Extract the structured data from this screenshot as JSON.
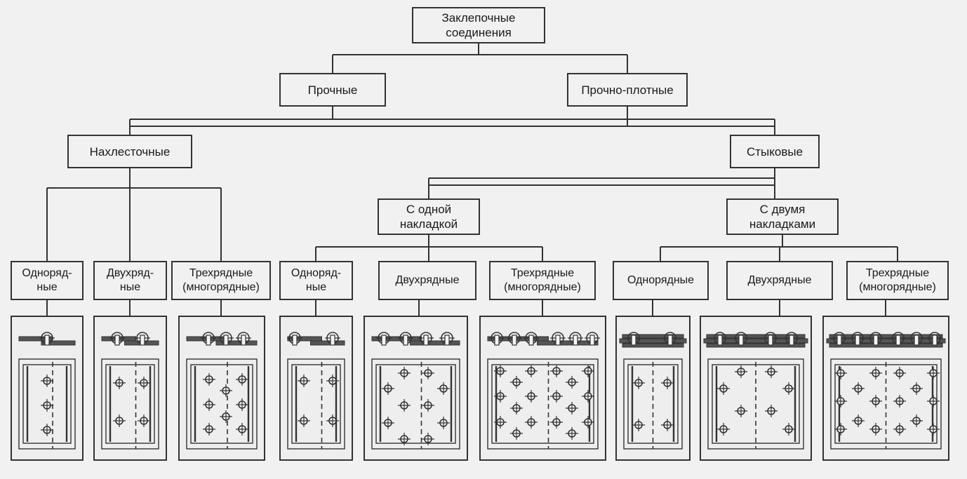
{
  "diagram": {
    "root": "Заклепочные\nсоединения",
    "level1": {
      "strong": "Прочные",
      "strong_tight": "Прочно-плотные"
    },
    "level2": {
      "lap": "Нахлесточные",
      "butt": "Стыковые"
    },
    "level3": {
      "one_strap": "С одной\nнакладкой",
      "two_straps": "С двумя\nнакладками"
    },
    "leaves": [
      {
        "label": "Одноряд-\nные"
      },
      {
        "label": "Двухряд-\nные"
      },
      {
        "label": "Трехрядные\n(многорядные)"
      },
      {
        "label": "Одноряд-\nные"
      },
      {
        "label": "Двухрядные"
      },
      {
        "label": "Трехрядные\n(многорядные)"
      },
      {
        "label": "Однорядные"
      },
      {
        "label": "Двухрядные"
      },
      {
        "label": "Трехрядные\n(многорядные)"
      }
    ]
  },
  "colors": {
    "line": "#333333",
    "background": "#f1f1f1",
    "panel": "#eeeeee"
  }
}
